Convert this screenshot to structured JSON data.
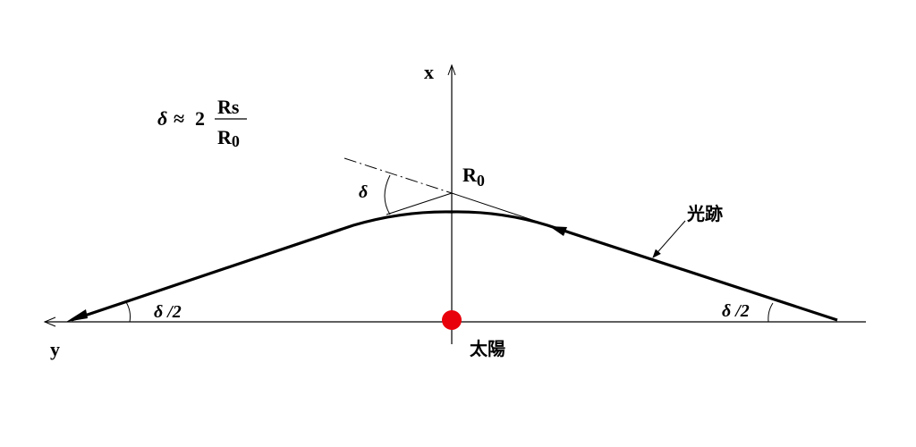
{
  "formula": {
    "lhs": "δ",
    "op": "≈",
    "coef": "2",
    "numerator": "Rs",
    "denominator_main": "R",
    "denominator_sub": "0"
  },
  "labels": {
    "x_axis": "x",
    "y_axis": "y",
    "r0_main": "R",
    "r0_sub": "0",
    "delta": "δ",
    "half_delta_left": "δ /2",
    "half_delta_right": "δ /2",
    "light_path": "光跡",
    "sun": "太陽"
  },
  "colors": {
    "sun": "#e8000b",
    "line": "#000000",
    "background": "#ffffff"
  }
}
